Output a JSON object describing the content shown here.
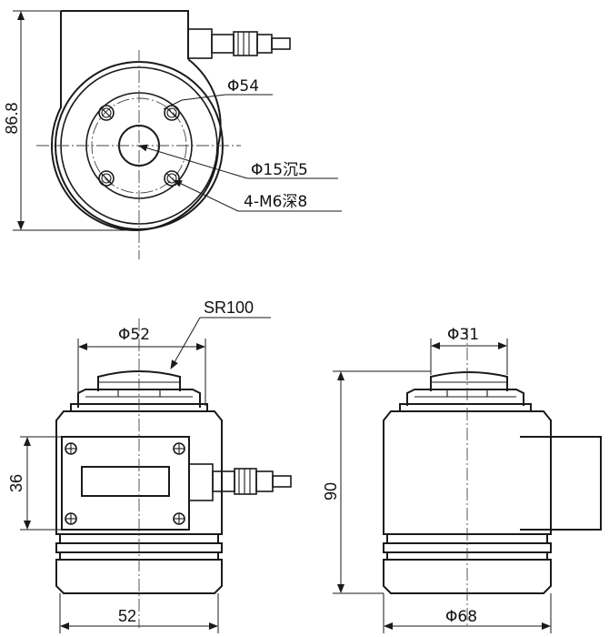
{
  "drawing": {
    "top_view": {
      "height_dim": "86.8",
      "circle_dim": "Φ54",
      "counterbore": "Φ15沉5",
      "tapped_holes": "4-M6深8"
    },
    "front_view": {
      "top_dia": "Φ52",
      "sphere_radius": "SR100",
      "window_height": "36",
      "base_width": "52"
    },
    "side_view": {
      "top_dia": "Φ31",
      "total_height": "90",
      "base_dia": "Φ68"
    }
  }
}
